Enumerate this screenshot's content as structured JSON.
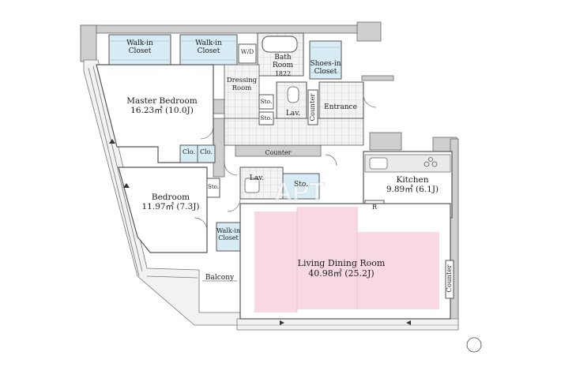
{
  "rooms": {
    "walkin_closet_1": {
      "line1": "Walk-in",
      "line2": "Closet"
    },
    "walkin_closet_2": {
      "line1": "Walk-in",
      "line2": "Closet"
    },
    "wd": "W/D",
    "bath": {
      "line1": "Bath",
      "line2": "Room",
      "line3": "1822"
    },
    "shoes_closet": {
      "line1": "Shoes-in",
      "line2": "Closet"
    },
    "dressing": {
      "line1": "Dressing",
      "line2": "Room"
    },
    "master_bedroom": {
      "name": "Master Bedroom",
      "area": "16.23㎡ (10.0J)"
    },
    "sto_a": "Sto.",
    "sto_b": "Sto.",
    "lav_1": "Lav.",
    "counter_vertical": "Counter",
    "entrance": "Entrance",
    "clo_1": "Clo.",
    "clo_2": "Clo.",
    "counter_hall": "Counter",
    "sto_c": "Sto.",
    "lav_2": "Lav.",
    "sto_d": "Sto.",
    "bedroom": {
      "name": "Bedroom",
      "area": "11.97㎡ (7.3J)"
    },
    "kitchen": {
      "name": "Kitchen",
      "area": "9.89㎡ (6.1J)"
    },
    "fridge": "R",
    "walkin_closet_3": {
      "line1": "Walk-in",
      "line2": "Closet"
    },
    "living": {
      "name": "Living Dining Room",
      "area": "40.98㎡ (25.2J)"
    },
    "balcony": "Balcony",
    "counter_living": "Counter"
  },
  "watermark": "APT",
  "colors": {
    "wall": "#c9c9c9",
    "wall_line": "#555555",
    "closet": "#d8ecf5",
    "living": "#f8d9e3",
    "tile": "#eaeaea",
    "floor": "#ffffff"
  },
  "icons": [
    "north-arrow-icon",
    "sink-icon",
    "stove-icon",
    "bathtub-icon"
  ]
}
